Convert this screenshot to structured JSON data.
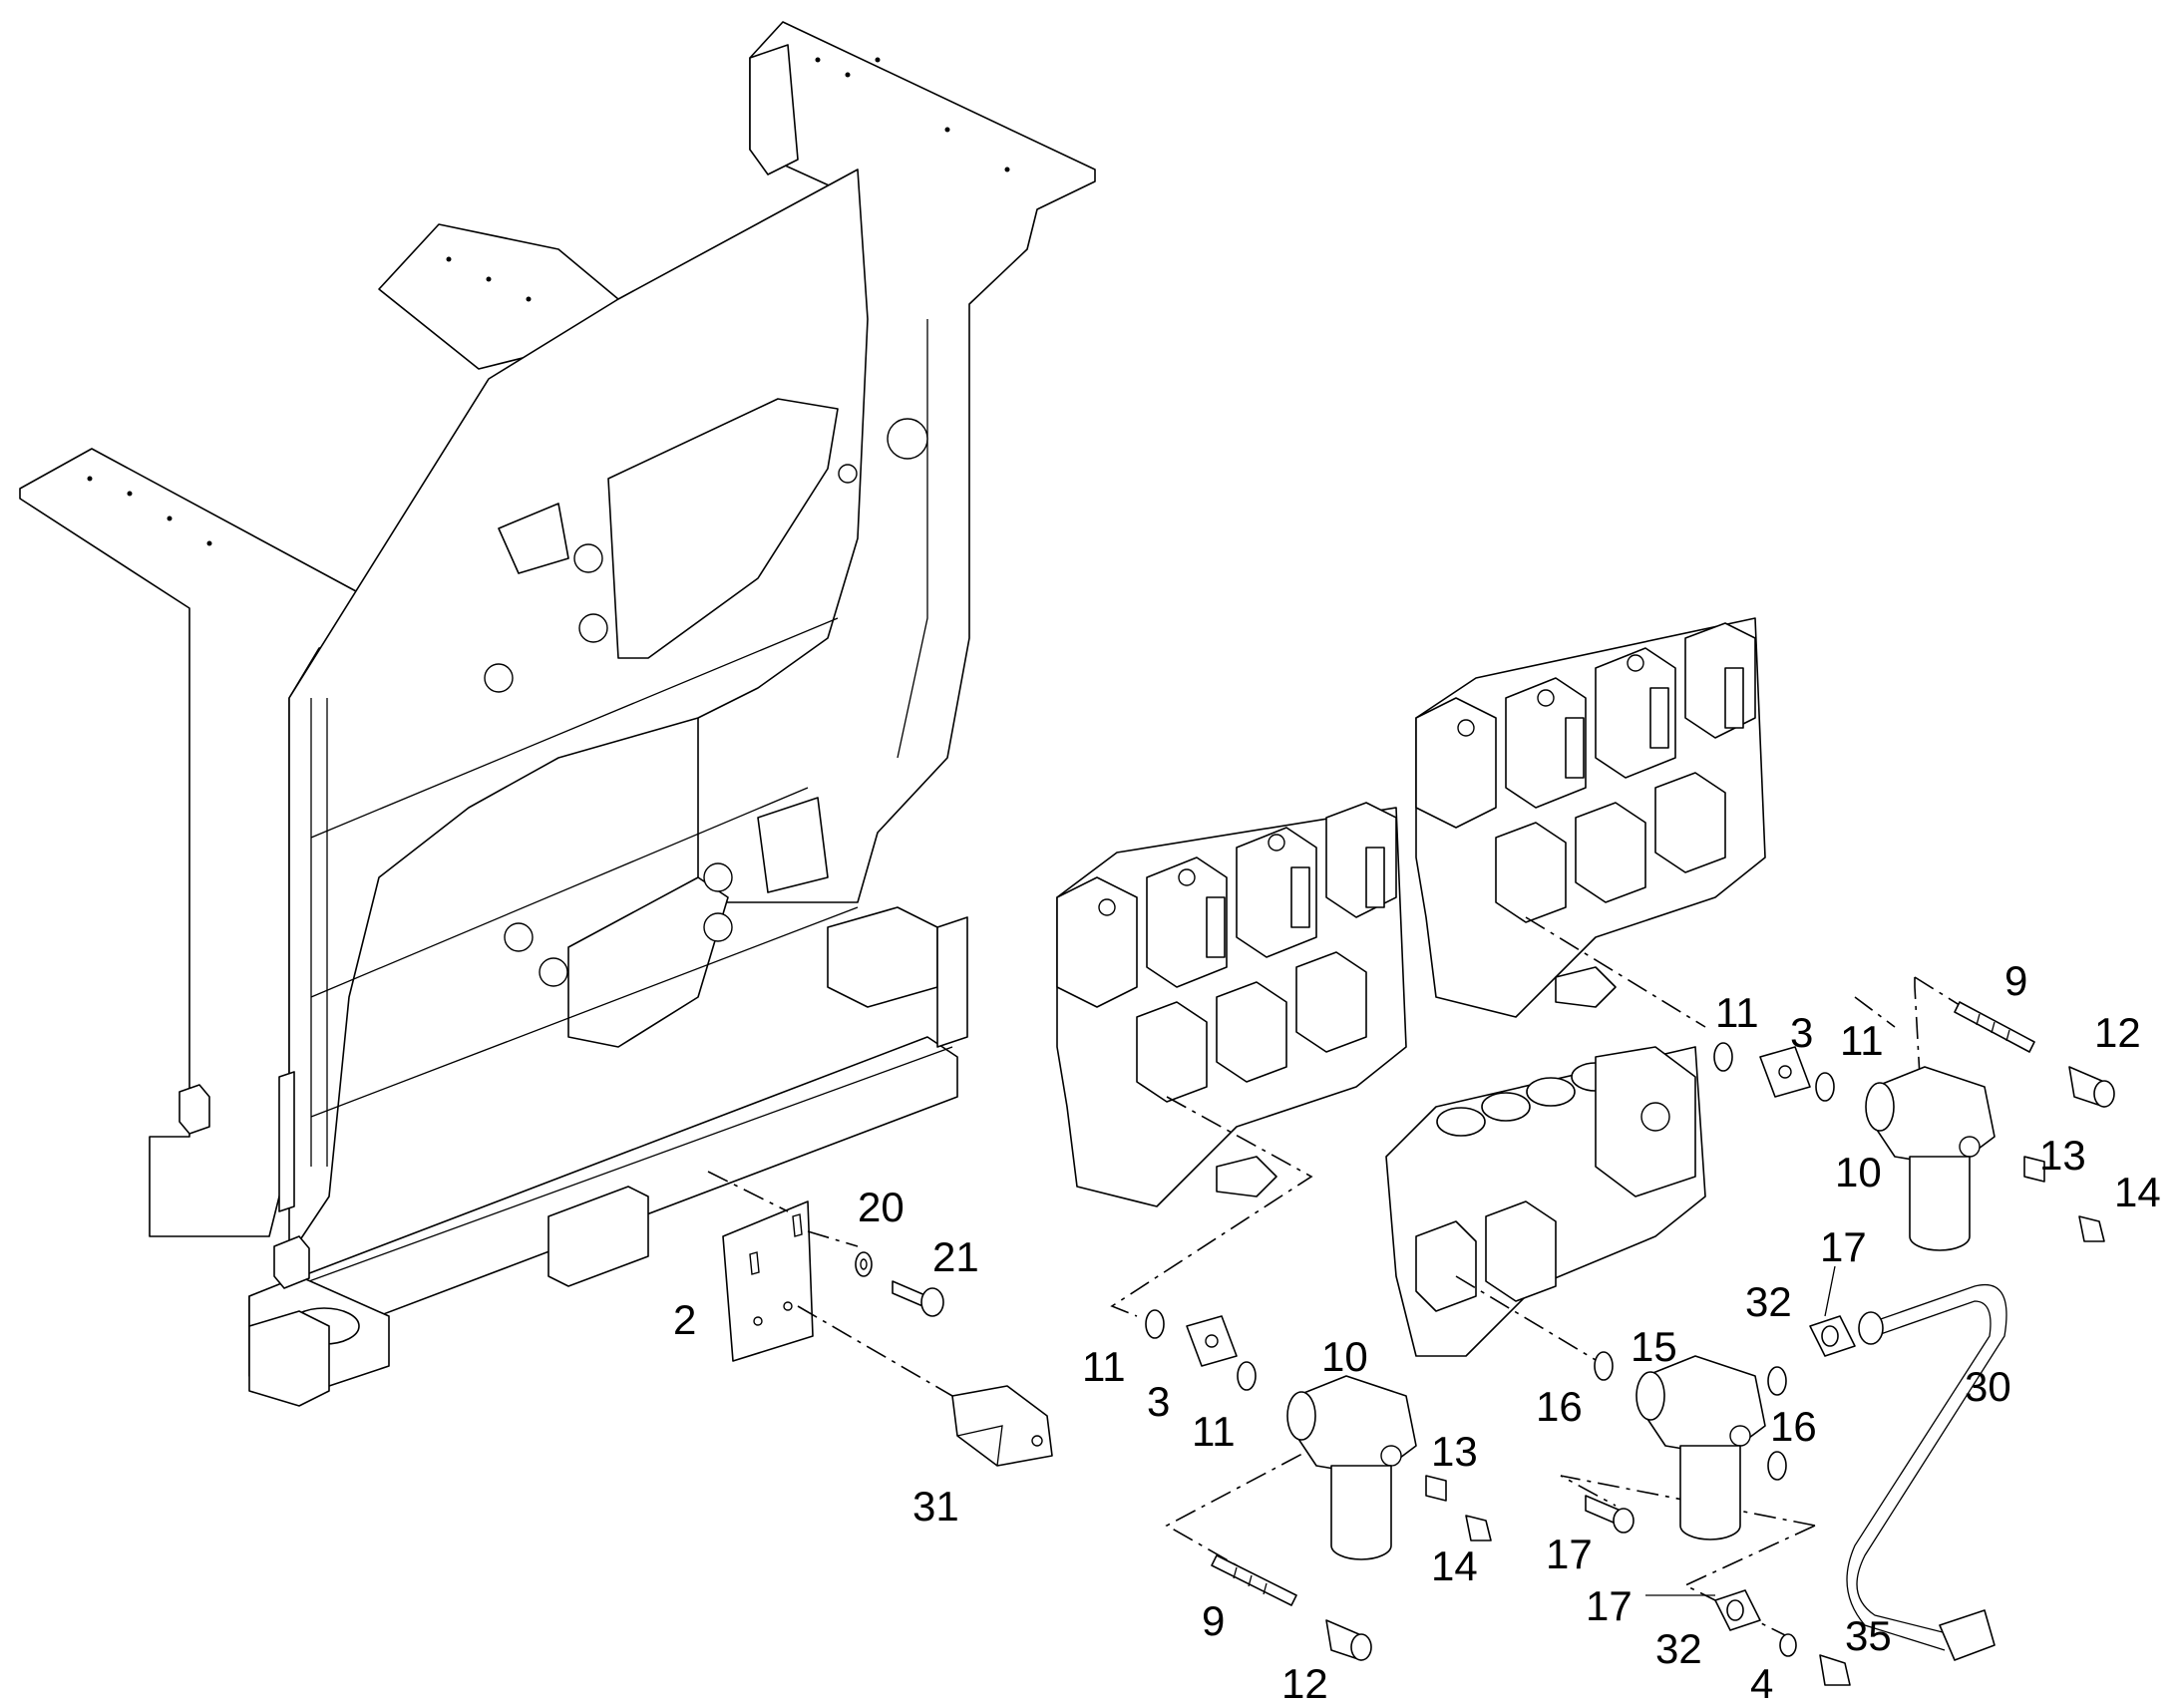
{
  "callouts": [
    {
      "key": "c2",
      "text": "2"
    },
    {
      "key": "c20",
      "text": "20"
    },
    {
      "key": "c21",
      "text": "21"
    },
    {
      "key": "c31",
      "text": "31"
    },
    {
      "key": "c11a",
      "text": "11"
    },
    {
      "key": "c3a",
      "text": "3"
    },
    {
      "key": "c11b",
      "text": "11"
    },
    {
      "key": "c9a",
      "text": "9"
    },
    {
      "key": "c12a",
      "text": "12"
    },
    {
      "key": "c10a",
      "text": "10"
    },
    {
      "key": "c13a",
      "text": "13"
    },
    {
      "key": "c14a",
      "text": "14"
    },
    {
      "key": "c17a",
      "text": "17"
    },
    {
      "key": "c32a",
      "text": "32"
    },
    {
      "key": "c30",
      "text": "30"
    },
    {
      "key": "c15",
      "text": "15"
    },
    {
      "key": "c16a",
      "text": "16"
    },
    {
      "key": "c16b",
      "text": "16"
    },
    {
      "key": "c11c",
      "text": "11"
    },
    {
      "key": "c3b",
      "text": "3"
    },
    {
      "key": "c11d",
      "text": "11"
    },
    {
      "key": "c10b",
      "text": "10"
    },
    {
      "key": "c13b",
      "text": "13"
    },
    {
      "key": "c14b",
      "text": "14"
    },
    {
      "key": "c9b",
      "text": "9"
    },
    {
      "key": "c12b",
      "text": "12"
    },
    {
      "key": "c17b",
      "text": "17"
    },
    {
      "key": "c17c",
      "text": "17"
    },
    {
      "key": "c32b",
      "text": "32"
    },
    {
      "key": "c4",
      "text": "4"
    },
    {
      "key": "c35",
      "text": "35"
    }
  ]
}
